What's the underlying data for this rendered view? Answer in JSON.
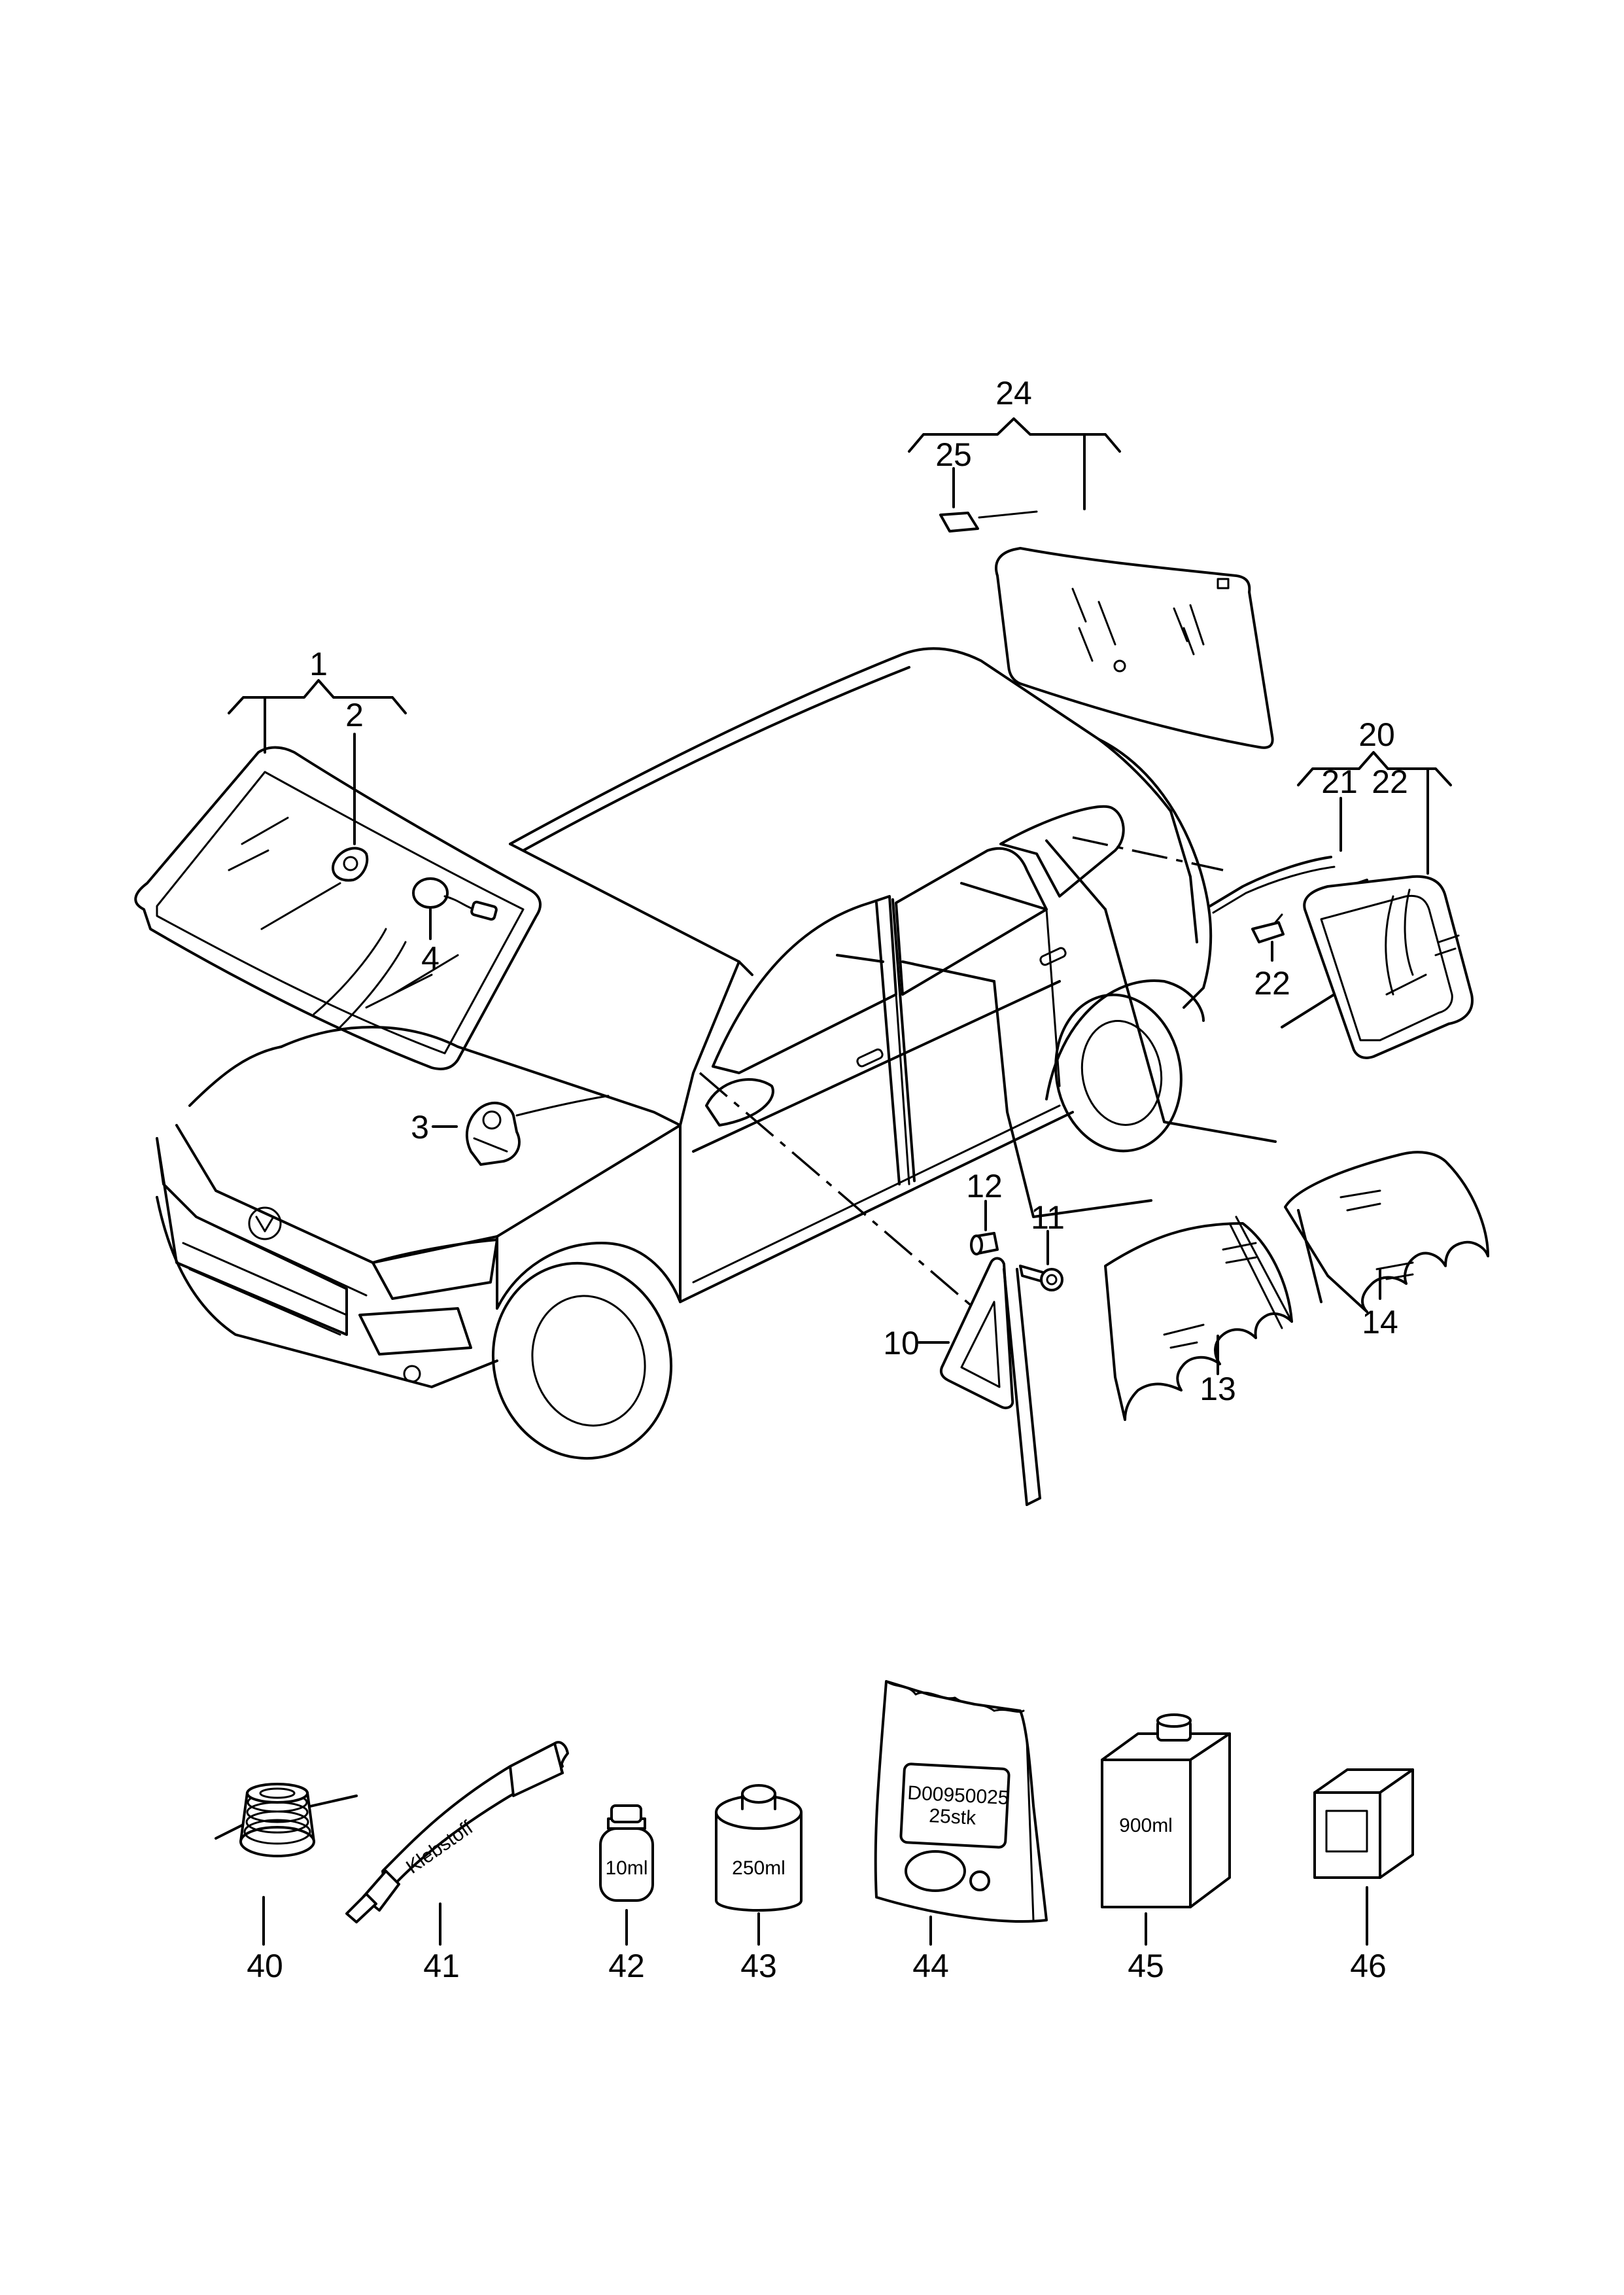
{
  "callouts": {
    "c1": "1",
    "c2": "2",
    "c3": "3",
    "c4": "4",
    "c10": "10",
    "c11": "11",
    "c12": "12",
    "c13": "13",
    "c14": "14",
    "c20": "20",
    "c21": "21",
    "c22a": "22",
    "c22b": "22",
    "c24": "24",
    "c25": "25",
    "c40": "40",
    "c41": "41",
    "c42": "42",
    "c43": "43",
    "c44": "44",
    "c45": "45",
    "c46": "46"
  },
  "package_labels": {
    "tube": "Klebstoff",
    "bottle_small": "10ml",
    "can": "250ml",
    "bag_line1": "D00950025",
    "bag_line2": "25stk",
    "canister": "900ml"
  }
}
